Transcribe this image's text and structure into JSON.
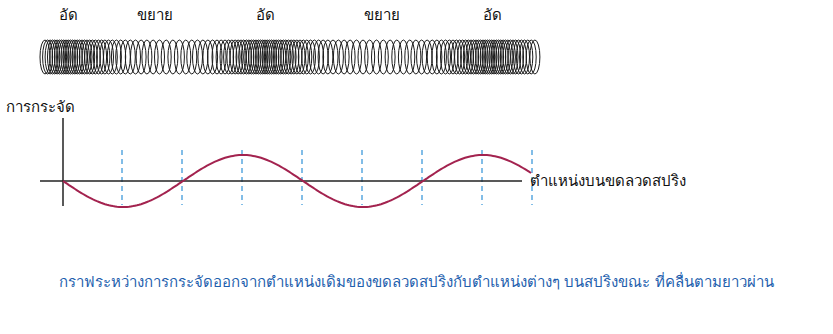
{
  "diagram": {
    "caption": "กราฟระหว่างการกระจัดออกจากตำแหน่งเดิมของขดลวดสปริงกับตำแหน่งต่างๆ บนสปริงขณะ ที่คลื่นตามยาวผ่าน",
    "labels": [
      "อัด",
      "ขยาย",
      "อัด",
      "ขยาย",
      "อัด",
      "การกระจัด",
      "ตำแหน่งบนขดลวดสปริง"
    ]
  }
}
